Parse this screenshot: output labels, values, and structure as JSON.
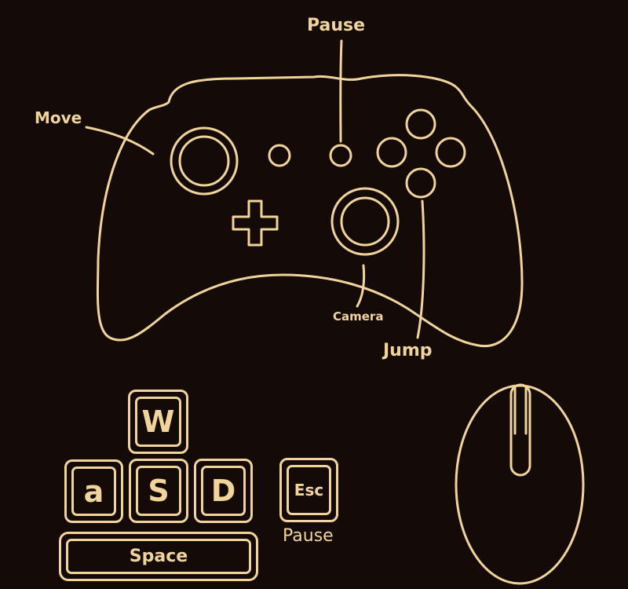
{
  "colors": {
    "background": "#140a08",
    "ink": "#f0d49c"
  },
  "controller": {
    "labels": {
      "move": "Move",
      "pause": "Pause",
      "camera": "Camera",
      "jump": "Jump"
    }
  },
  "keyboard": {
    "keys": {
      "w": "W",
      "a": "a",
      "s": "S",
      "d": "D",
      "esc": "Esc",
      "space": "Space"
    },
    "esc_label": "Pause"
  },
  "mouse": {
    "icon": "mouse-icon"
  }
}
